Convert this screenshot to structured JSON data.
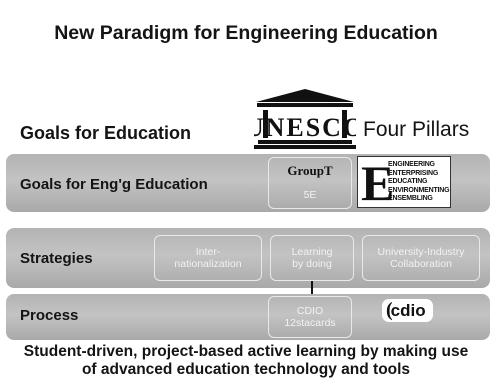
{
  "title": "New Paradigm for Engineering Education",
  "goals_education": {
    "label": "Goals for Education",
    "logo_text": "UNESCO",
    "pillars_label": "Four Pillars"
  },
  "goals_eng": {
    "label": "Goals for Eng'g Education",
    "groupt_logo": "GroupT",
    "groupt_sub": "5E",
    "e_letter": "E",
    "e_items": [
      "ENGINEERING",
      "ENTERPRISING",
      "EDUCATING",
      "ENVIRONMENTING",
      "ENSEMBLING"
    ]
  },
  "strategies": {
    "label": "Strategies",
    "items": [
      {
        "line1": "Inter-",
        "line2": "nationalization"
      },
      {
        "line1": "Learning",
        "line2": "by doing"
      },
      {
        "line1": "University-Industry",
        "line2": "Collaboration"
      }
    ]
  },
  "process": {
    "label": "Process",
    "box_line1": "CDIO",
    "box_line2": "12stacards",
    "logo": "cdio"
  },
  "footer": {
    "line1": "Student-driven, project-based active learning by making use",
    "line2": "of advanced education technology and tools"
  }
}
